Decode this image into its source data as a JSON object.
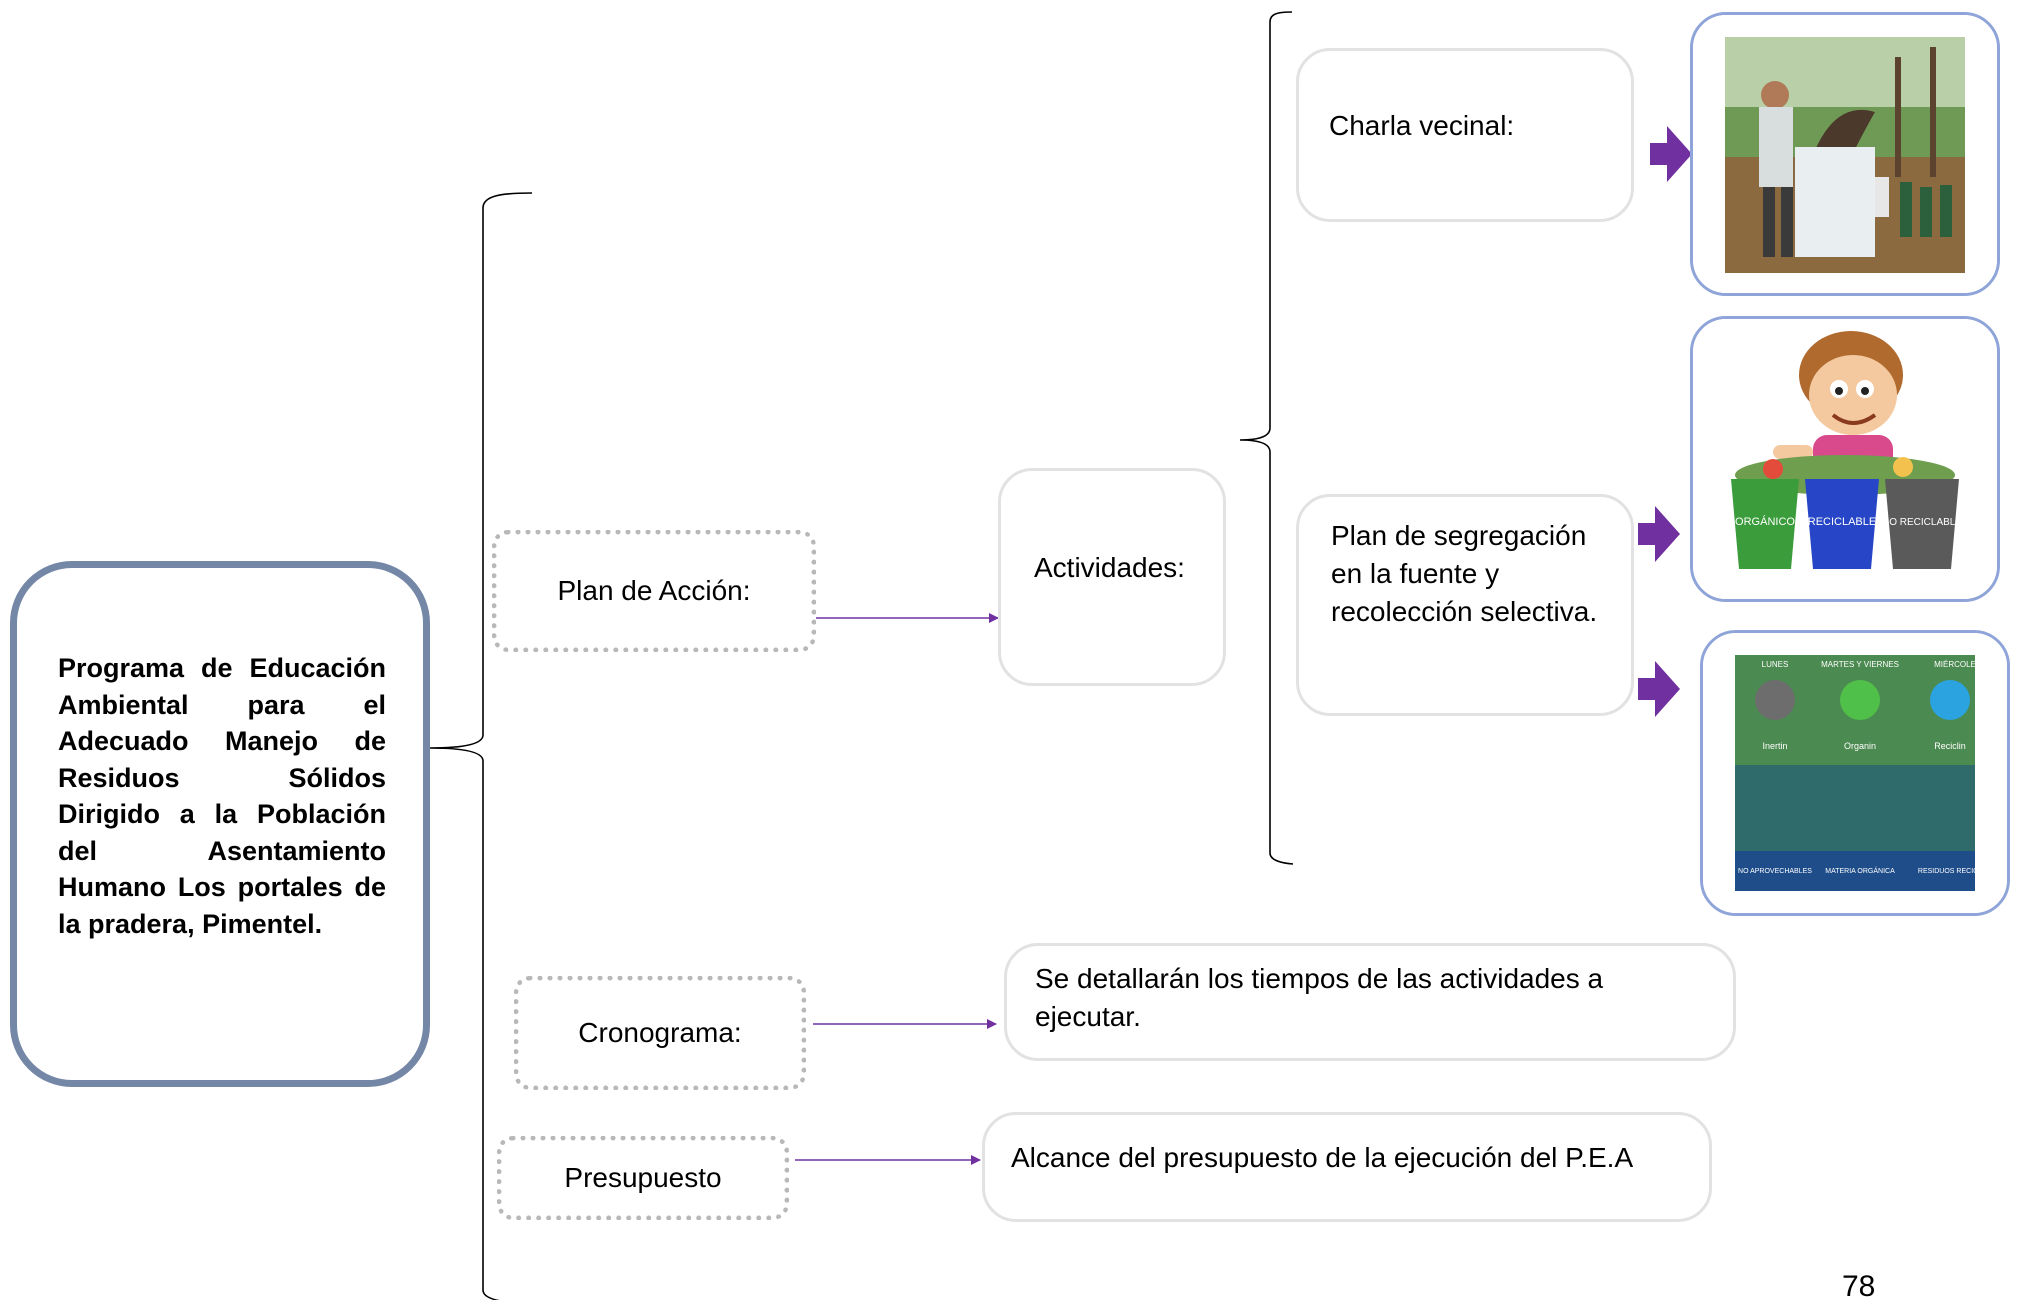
{
  "main_topic": "Programa de Educación Ambiental para el Adecuado Manejo de Residuos Sólidos Dirigido a la Población del Asentamiento Humano Los portales de la pradera, Pimentel.",
  "branches": {
    "plan_accion": "Plan de Acción:",
    "cronograma": "Cronograma:",
    "presupuesto": "Presupuesto"
  },
  "actividades": "Actividades:",
  "activity_items": {
    "charla": "Charla vecinal:",
    "segregacion": "Plan de segregación en la fuente y recolección selectiva."
  },
  "descriptions": {
    "cronograma": "Se detallarán los tiempos de las actividades a ejecutar.",
    "presupuesto": "Alcance del presupuesto de la ejecución del P.E.A"
  },
  "poster": {
    "days": [
      "LUNES",
      "MARTES Y VIERNES",
      "MIÉRCOLE"
    ],
    "bin_names": [
      "Inertin",
      "Organin",
      "Reciclin"
    ],
    "categories": [
      "NO APROVECHABLES",
      "MATERIA ORGÁNICA",
      "RESIDUOS RECICL"
    ]
  },
  "bins_labels": [
    "ORGÁNICO",
    "RECICLABLE",
    "NO RECICLABLE"
  ],
  "page_number": "78",
  "colors": {
    "arrow_purple": "#7030a0",
    "main_border": "#7487a6",
    "photo_border": "#8fa4d8"
  }
}
